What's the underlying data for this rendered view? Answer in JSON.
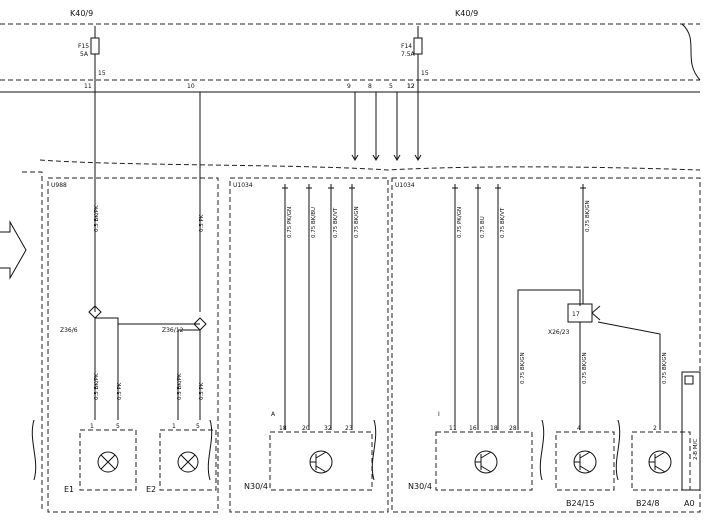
{
  "header": {
    "left_ref": "K40/9",
    "right_ref": "K40/9"
  },
  "fuses": [
    {
      "name": "F15",
      "rating": "5A",
      "pin_top": "15",
      "pin_bottom": "11"
    },
    {
      "name": "F14",
      "rating": "7.5A",
      "pin_top": "15",
      "pin_bottom": "12"
    }
  ],
  "bus_pins": [
    "10",
    "9",
    "8",
    "5",
    "12"
  ],
  "sections": [
    {
      "id": "U988",
      "label": "U988"
    },
    {
      "id": "U1034a",
      "label": "U1034"
    },
    {
      "id": "U1034b",
      "label": "U1034"
    }
  ],
  "wires": {
    "main_left": "0.5 BK/PK",
    "main_mid": "0.5 PK",
    "n30a": [
      "0.75 PK/GN",
      "0.75 BK/BU",
      "0.75 BK/VT",
      "0.75 BK/GN"
    ],
    "n30b": [
      "0.75 PK/GN",
      "0.75 BU",
      "0.75 BK/VT"
    ],
    "right_top": "0.75 BK/GN",
    "e1": [
      "0.5 BK/PK",
      "0.5 PK"
    ],
    "e2": [
      "0.5 BK/PK",
      "0.5 PK"
    ],
    "x26": [
      "0.75 BK/GN",
      "0.75 BK/GN",
      "0.75 BK/GN"
    ]
  },
  "splices": [
    "Z36/6",
    "Z36/12"
  ],
  "connector": {
    "label": "X26/23",
    "pin": "17"
  },
  "components": {
    "e1": {
      "label": "E1",
      "pins": [
        "1",
        "5"
      ]
    },
    "e2": {
      "label": "E2",
      "pins": [
        "1",
        "5"
      ]
    },
    "n30_left": {
      "label": "N30/4",
      "marker": "A",
      "pins": [
        "18",
        "20",
        "32",
        "23"
      ]
    },
    "n30_right": {
      "label": "N30/4",
      "marker": "I",
      "pins": [
        "11",
        "16",
        "18",
        "28"
      ]
    },
    "b24_15": {
      "label": "B24/15",
      "pins": [
        "4"
      ]
    },
    "b24_8": {
      "label": "B24/8",
      "pins": [
        "2"
      ]
    },
    "a0": {
      "label": "A0",
      "text": "2-B M/C"
    }
  }
}
